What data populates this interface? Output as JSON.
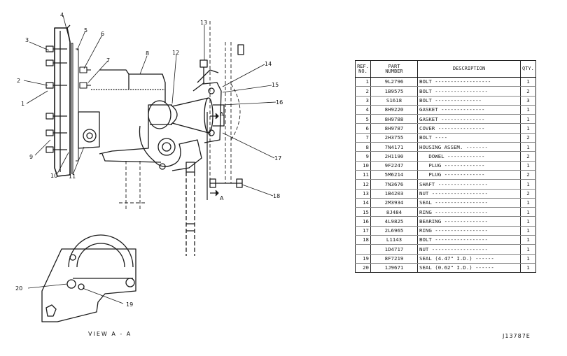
{
  "table": {
    "headers": {
      "ref": "REF.\nNO.",
      "part": "PART\nNUMBER",
      "description": "DESCRIPTION",
      "qty": "QTY."
    },
    "rows": [
      {
        "ref": "1",
        "part": "9L2796",
        "desc": "BOLT ------------------",
        "qty": "1"
      },
      {
        "ref": "2",
        "part": "1B9575",
        "desc": "BOLT -----------------",
        "qty": "2"
      },
      {
        "ref": "3",
        "part": "S1618",
        "desc": "BOLT ---------------",
        "qty": "3"
      },
      {
        "ref": "4",
        "part": "8H9220",
        "desc": "GASKET --------------",
        "qty": "1"
      },
      {
        "ref": "5",
        "part": "8H9788",
        "desc": "GASKET --------------",
        "qty": "1"
      },
      {
        "ref": "6",
        "part": "8H9787",
        "desc": "COVER ---------------",
        "qty": "1"
      },
      {
        "ref": "7",
        "part": "2H3755",
        "desc": "BOLT ----",
        "qty": "2"
      },
      {
        "ref": "8",
        "part": "7N4171",
        "desc": "HOUSING ASSEM. -------",
        "qty": "1"
      },
      {
        "ref": "9",
        "part": "2H1190",
        "desc": "   DOWEL ------------",
        "qty": "2"
      },
      {
        "ref": "10",
        "part": "9F2247",
        "desc": "   PLUG -------------",
        "qty": "1"
      },
      {
        "ref": "11",
        "part": "5M6214",
        "desc": "   PLUG -------------",
        "qty": "2"
      },
      {
        "ref": "12",
        "part": "7N3676",
        "desc": "SHAFT ----------------",
        "qty": "1"
      },
      {
        "ref": "13",
        "part": "1B4203",
        "desc": "NUT ------------------",
        "qty": "2"
      },
      {
        "ref": "14",
        "part": "2M3934",
        "desc": "SEAL -----------------",
        "qty": "1"
      },
      {
        "ref": "15",
        "part": "8J484",
        "desc": "RING -----------------",
        "qty": "1"
      },
      {
        "ref": "16",
        "part": "4L9825",
        "desc": "BEARING --------------",
        "qty": "1"
      },
      {
        "ref": "17",
        "part": "2L6965",
        "desc": "RING -----------------",
        "qty": "1"
      },
      {
        "ref": "18",
        "part": "L1143",
        "desc": "BOLT -----------------",
        "qty": "1"
      },
      {
        "ref": "",
        "part": "1D4717",
        "desc": "NUT ------------------",
        "qty": "1"
      },
      {
        "ref": "19",
        "part": "8F7219",
        "desc": "SEAL (4.47\" I.D.) ------",
        "qty": "1"
      },
      {
        "ref": "20",
        "part": "1J9671",
        "desc": "SEAL (0.62\" I.D.) ------",
        "qty": "1"
      }
    ]
  },
  "drawing": {
    "callouts": [
      "1",
      "2",
      "3",
      "4",
      "5",
      "6",
      "7",
      "8",
      "9",
      "10",
      "11",
      "12",
      "13",
      "14",
      "15",
      "16",
      "17",
      "18",
      "19",
      "20"
    ],
    "section_marks": [
      "A",
      "A"
    ],
    "view_label": "VIEW A - A"
  },
  "figure_code": "J13787E"
}
